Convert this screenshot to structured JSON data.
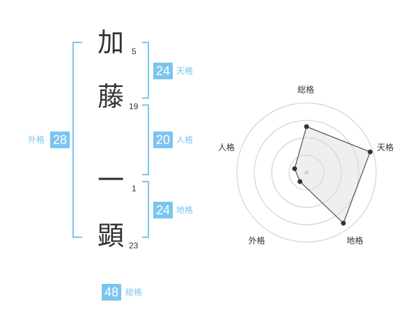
{
  "name": {
    "chars": [
      {
        "char": "加",
        "strokes": "5"
      },
      {
        "char": "藤",
        "strokes": "19"
      },
      {
        "char": "一",
        "strokes": "1"
      },
      {
        "char": "顕",
        "strokes": "23"
      }
    ]
  },
  "fortune": {
    "tenkaku": {
      "value": "24",
      "label": "天格"
    },
    "jinkaku": {
      "value": "20",
      "label": "人格"
    },
    "chikaku": {
      "value": "24",
      "label": "地格"
    },
    "gaikaku": {
      "value": "28",
      "label": "外格"
    },
    "soukaku": {
      "value": "48",
      "label": "総格"
    }
  },
  "colors": {
    "accent": "#7cc4f0",
    "text": "#333333",
    "grid": "#cccccc",
    "fill": "#f0f0f0"
  },
  "chart_data": {
    "type": "radar",
    "axes": [
      "総格",
      "天格",
      "地格",
      "外格",
      "人格"
    ],
    "max": 5,
    "rings": 4,
    "values": [
      3.3,
      4.8,
      4.5,
      0.8,
      0.9
    ]
  }
}
